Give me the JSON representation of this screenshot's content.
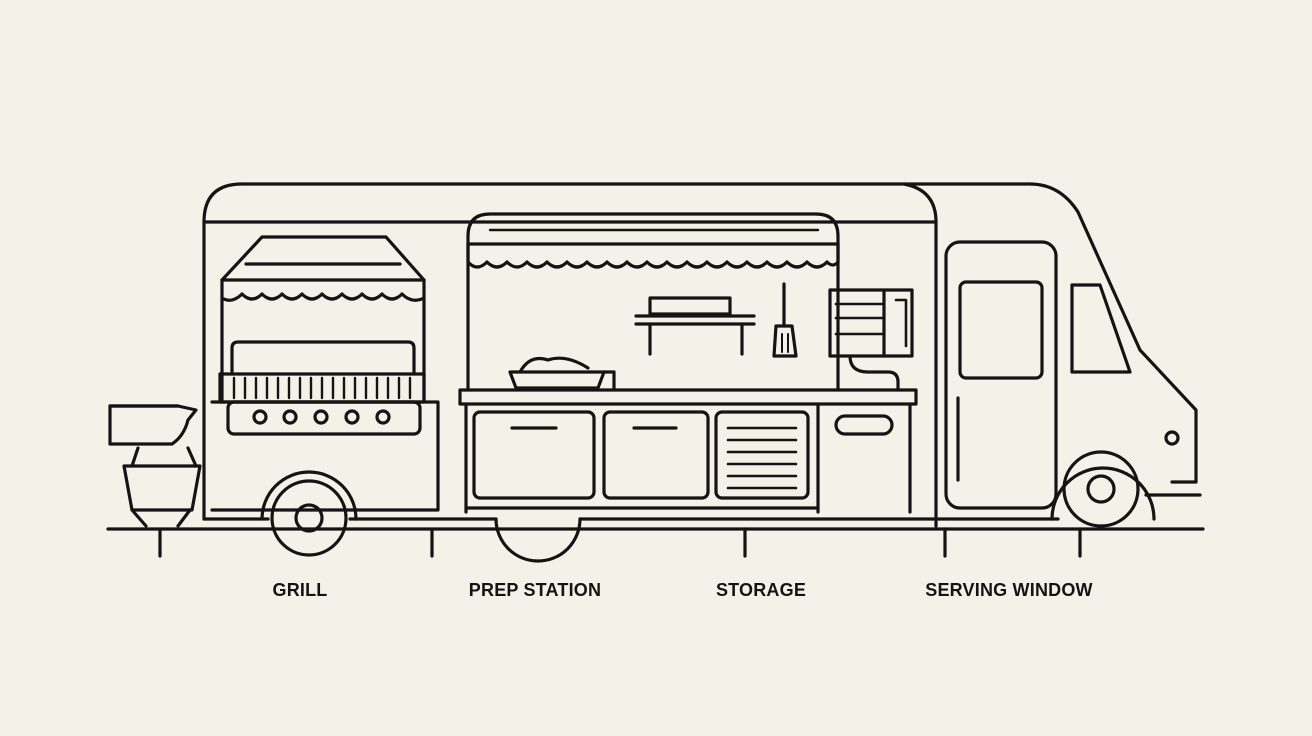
{
  "labels": {
    "grill": "GRILL",
    "prep_station": "PREP STATION",
    "storage": "STORAGE",
    "serving_window": "SERVING WINDOW"
  },
  "colors": {
    "background": "#f3f2e8",
    "line": "#141414"
  }
}
